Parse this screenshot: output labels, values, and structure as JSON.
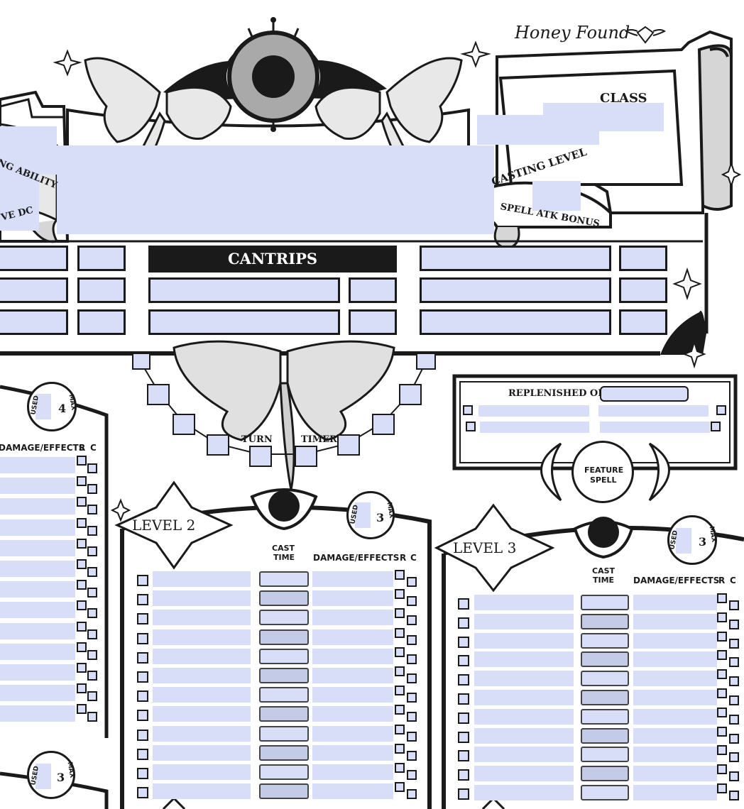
{
  "brand": {
    "name": "Honey Found"
  },
  "header": {
    "class_label": "CLASS",
    "casting_level_label": "CASTING LEVEL",
    "spell_attack_bonus_label": "SPELL ATK BONUS",
    "casting_ability_label": "NG ABILITY",
    "save_dc_label": "VE DC",
    "class_value": "",
    "name_value": ""
  },
  "cantrips": {
    "title": "CANTRIPS"
  },
  "turn_timer": {
    "turn_label": "TURN",
    "timer_label": "TIMER"
  },
  "replenish": {
    "label": "REPLENISHED ON",
    "value": ""
  },
  "feature_spell": {
    "label_line1": "FEATURE",
    "label_line2": "SPELL"
  },
  "slots": {
    "used_label": "USED",
    "max_label": "MAX",
    "level1_max": "4",
    "level2_max": "3",
    "level3_max": "3",
    "level4_max": "3"
  },
  "columns": {
    "cast_time_line1": "CAST",
    "cast_time_line2": "TIME",
    "damage_effects": "DAMAGE/EFFECTS",
    "damage_effects_cut": "DAMAGE/EFFECTS",
    "r": "R",
    "c": "C"
  },
  "level2": {
    "title": "LEVEL 2"
  },
  "level3": {
    "title": "LEVEL 3"
  }
}
